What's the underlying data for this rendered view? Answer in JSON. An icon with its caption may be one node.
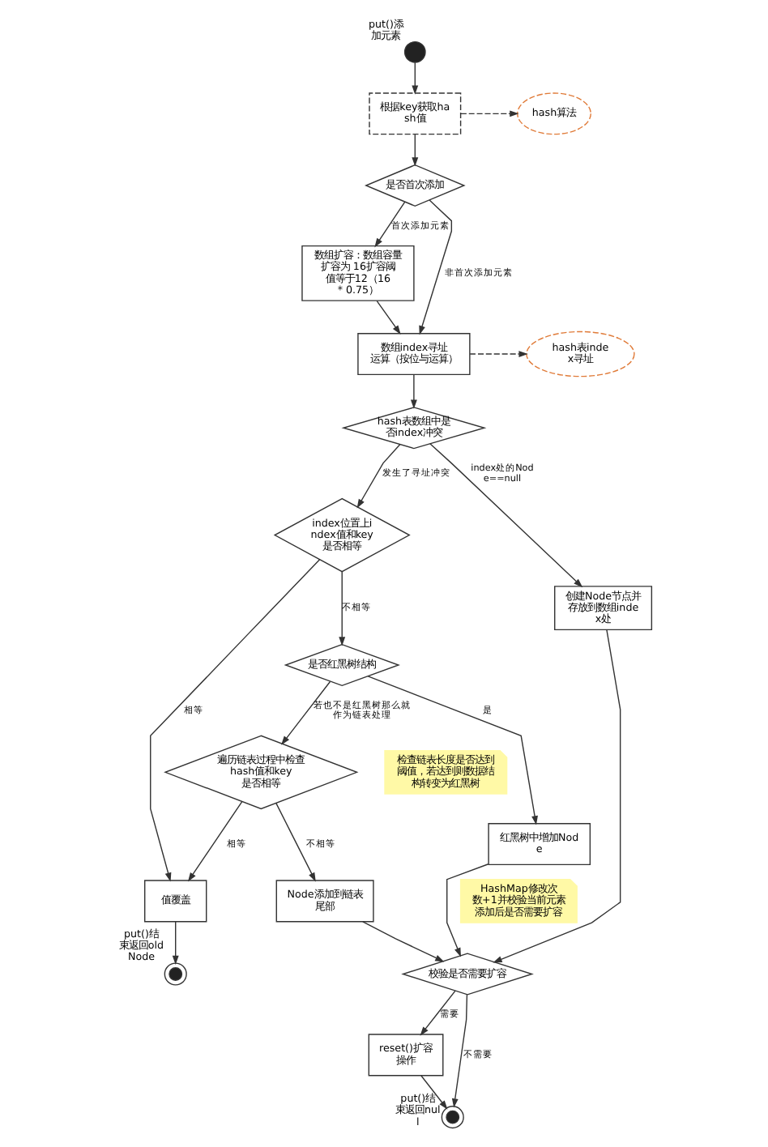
{
  "diagram": {
    "nodes": [
      {
        "text": [],
        "shape": "circle",
        "beside": [
          "put()添加元素"
        ]
      },
      {
        "text": [
          "根据key获取hash值"
        ]
      },
      {
        "text": [
          "hash算法"
        ]
      },
      {
        "text": [
          "是否首次添加"
        ]
      },
      {
        "text": [
          "数组扩容：数组容量扩容为 16扩容阈值等于12（16 * 0.75）"
        ]
      },
      {
        "text": [
          "数组index寻址运算（按位与运算）"
        ]
      },
      {
        "text": [
          "hash表index寻址"
        ]
      },
      {
        "text": [
          "hash表数组中是否index冲突"
        ]
      },
      {
        "text": [
          "index位置上index值和key是否相等"
        ]
      },
      {
        "text": [
          "是否红黑树结构"
        ]
      },
      {
        "text": [
          "红黑树中增加Node"
        ]
      },
      {
        "text": [
          "遍历链表过程中检查hash值和key是否相等"
        ]
      },
      {
        "text": [
          "值覆盖"
        ]
      },
      {
        "text": [],
        "shape": "circle",
        "beside": [
          "put()结束返回oldNode"
        ]
      },
      {
        "text": [
          "Node添加到链表尾部"
        ]
      },
      {
        "text": [
          "创建Node节点并存放到数组index处"
        ]
      },
      {
        "text": [
          "校验是否需要扩容"
        ]
      },
      {
        "text": [
          "reset()扩容操作"
        ]
      },
      {
        "text": [],
        "shape": "circle",
        "beside": [
          "put()结束返回null"
        ]
      }
    ],
    "edges": [
      {
        "from": 0,
        "to": 1,
        "arrow": "to"
      },
      {
        "from": 1,
        "to": 2,
        "arrow": "to",
        "style": "dashed"
      },
      {
        "from": 1,
        "to": 3,
        "arrow": "to"
      },
      {
        "from": 3,
        "to": 4,
        "arrow": "to",
        "label": "首次添加元素"
      },
      {
        "from": 3,
        "to": 5,
        "arrow": "to",
        "label": "非首次添加元素"
      },
      {
        "from": 4,
        "to": 5,
        "arrow": "to"
      },
      {
        "from": 5,
        "to": 6,
        "arrow": "to",
        "style": "dashed"
      },
      {
        "from": 5,
        "to": 7,
        "arrow": "to"
      },
      {
        "from": 7,
        "to": 8,
        "arrow": "to",
        "label": "发生了寻址冲突"
      },
      {
        "from": 7,
        "to": 15,
        "arrow": "to",
        "label": "index处的Node==null"
      },
      {
        "from": 8,
        "to": 9,
        "arrow": "to",
        "label": "不相等"
      },
      {
        "from": 8,
        "to": 12,
        "arrow": "to",
        "label": "相等"
      },
      {
        "from": 9,
        "to": 10,
        "arrow": "to",
        "label": "是"
      },
      {
        "from": 9,
        "to": 11,
        "arrow": "to",
        "label": "若也不是红黑树那么就作为链表处理"
      },
      {
        "from": 11,
        "to": 12,
        "arrow": "to",
        "label": "相等"
      },
      {
        "from": 11,
        "to": 14,
        "arrow": "to",
        "label": "不相等"
      },
      {
        "from": 12,
        "to": 13,
        "arrow": "to"
      },
      {
        "from": 10,
        "to": 16,
        "arrow": "to"
      },
      {
        "from": 14,
        "to": 16,
        "arrow": "to"
      },
      {
        "from": 15,
        "to": 16,
        "arrow": "to"
      },
      {
        "from": 16,
        "to": 17,
        "arrow": "to",
        "label": "需要"
      },
      {
        "from": 16,
        "to": 18,
        "arrow": "to",
        "label": "不需要"
      },
      {
        "from": 17,
        "to": 18,
        "arrow": "to"
      }
    ],
    "labels": [
      "检查链表长度是否达到阈值，若达到则数据结构转变为红黑树",
      "HashMap修改次数+1并校验当前元素添加后是否需要扩容"
    ]
  }
}
